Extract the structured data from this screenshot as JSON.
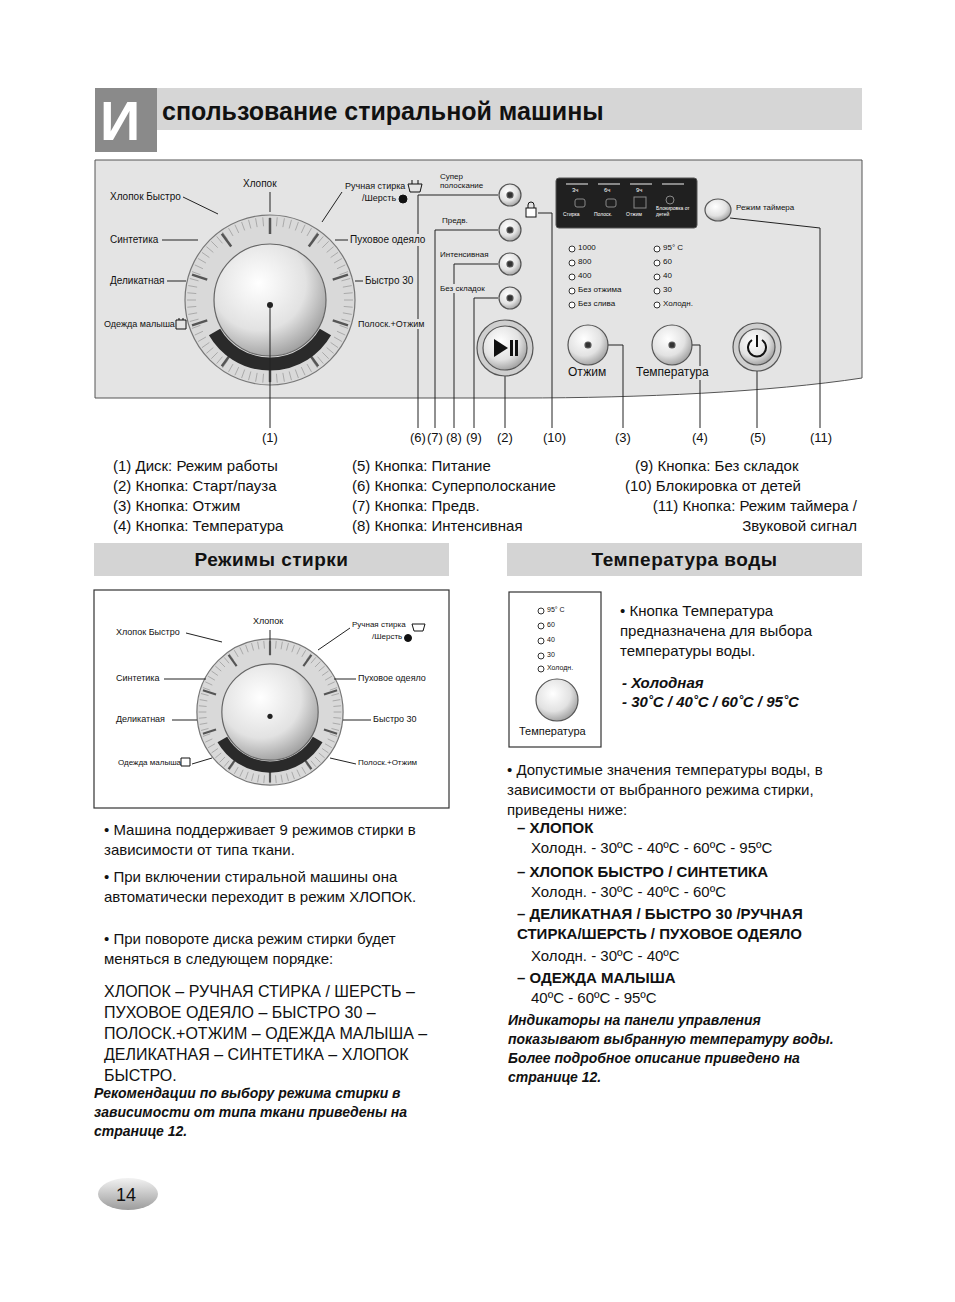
{
  "diagram": {
    "title": "спользование стиральной машины",
    "nodes": [
      {
        "text": [
          "Режимы стирки"
        ]
      },
      {
        "text": [
          "Температура воды"
        ]
      }
    ],
    "labels": [
      "И",
      "Хлопок Быстро",
      "Хлопок",
      "Ручная стирка",
      "/Шерсть",
      "Синтетика",
      "Пуховое одеяло",
      "Деликатная",
      "Быстро 30",
      "Одежда малыша",
      "Полоск.+Отжим",
      "Супер полоскание",
      "Предв.",
      "Интенсивная",
      "Без складок",
      "Режим таймера",
      "3ч",
      "6ч",
      "9ч",
      "Стирка",
      "Полоск.",
      "Отжим",
      "Блокировка от детей",
      "1000",
      "800",
      "400",
      "Без отжима",
      "Без слива",
      "95° C",
      "60",
      "40",
      "30",
      "Холодн.",
      "Отжим",
      "Температура",
      "(1)",
      "(6)",
      "(7)",
      "(8)",
      "(9)",
      "(2)",
      "(10)",
      "(3)",
      "(4)",
      "(5)",
      "(11)",
      "(1) Диск: Режим работы",
      "(2) Кнопка: Старт/пауза",
      "(3) Кнопка: Отжим",
      "(4) Кнопка: Температура",
      "(5) Кнопка: Питание",
      "(6) Кнопка: Суперполоскание",
      "(7) Кнопка: Предв.",
      "(8) Кнопка: Интенсивная",
      "(9) Кнопка: Без складок",
      "(10) Блокировка от детей",
      "(11) Кнопка: Режим таймера / Звуковой сигнал",
      "Хлопок",
      "Хлопок Быстро",
      "Ручная стирка",
      "/Шерсть",
      "Синтетика",
      "Пуховое одеяло",
      "Деликатная",
      "Быстро 30",
      "Одежда малыша",
      "Полоск.+Отжим",
      "95° C",
      "60",
      "40",
      "30",
      "Холодн.",
      "Температура",
      "• Кнопка Температура предназначена для выбора температуры воды.",
      "- Холодная",
      "- 30˚C / 40˚C / 60˚C / 95˚C",
      "• Допустимые значения температуры воды, в зависимости от выбранного режима стирки, приведены ниже:",
      "– ХЛОПОК",
      "Холодн. - 30ºC - 40ºC - 60ºC - 95ºC",
      "– ХЛОПОК БЫСТРО / СИНТЕТИКА",
      "Холодн. - 30ºC - 40ºC - 60ºC",
      "– ДЕЛИКАТНАЯ / БЫСТРО 30 /РУЧНАЯ СТИРКА/ШЕРСТЬ / ПУХОВОЕ ОДЕЯЛО",
      "Холодн. - 30ºC - 40ºC",
      "– ОДЕЖДА МАЛЫША",
      "40ºC - 60ºC - 95ºC",
      "Индикаторы на панели управления показывают выбранную температуру воды. Более подробное описание приведено на странице 12.",
      "• Машина поддерживает 9 режимов стирки в зависимости от типа ткани.",
      "• При включении стиральной машины она автоматически переходит в режим ХЛОПОК.",
      "• При повороте диска режим стирки будет меняться в следующем порядке:",
      "ХЛОПОК – РУЧНАЯ СТИРКА / ШЕРСТЬ – ПУХОВОЕ ОДЕЯЛО – БЫСТРО 30 – ПОЛОСК.+ОТЖИМ – ОДЕЖДА МАЛЫША – ДЕЛИКАТНАЯ – СИНТЕТИКА – ХЛОПОК БЫСТРО.",
      "Рекомендации по выбору режима стирки в зависимости от типа ткани приведены на странице 12.",
      "14"
    ]
  }
}
